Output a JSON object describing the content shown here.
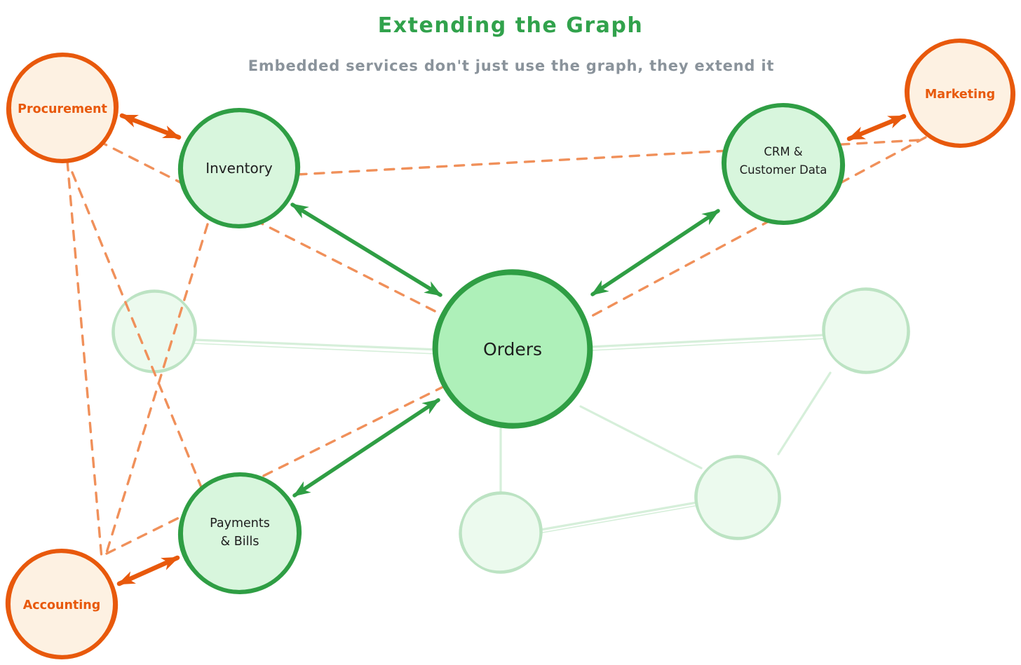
{
  "title": "Extending the Graph",
  "subtitle": "Embedded services don't just use the graph, they extend it",
  "colors": {
    "core_green_stroke": "#2f9e44",
    "core_green_fill": "#aef0b9",
    "satellite_green_fill": "#d8f6dd",
    "embedded_orange_stroke": "#e8590c",
    "embedded_orange_fill": "#fdf1e2",
    "dashed_link_orange": "#f0905a",
    "faded_node_stroke": "#bce3c3",
    "faded_node_fill": "#ecfaee",
    "faded_link_green": "#d6efda",
    "title_green": "#31a24c",
    "subtitle_gray": "#8a939b",
    "node_label_dark": "#1e1e1e"
  },
  "nodes": {
    "orders": {
      "label": "Orders",
      "type": "core-graph"
    },
    "inventory": {
      "label": "Inventory",
      "type": "graph"
    },
    "crm": {
      "line1": "CRM &",
      "line2": "Customer Data",
      "type": "graph"
    },
    "payments": {
      "line1": "Payments",
      "line2": "& Bills",
      "type": "graph"
    },
    "procurement": {
      "label": "Procurement",
      "type": "embedded-service"
    },
    "marketing": {
      "label": "Marketing",
      "type": "embedded-service"
    },
    "accounting": {
      "label": "Accounting",
      "type": "embedded-service"
    },
    "faded_left": {
      "label": "",
      "type": "faded-placeholder"
    },
    "faded_right": {
      "label": "",
      "type": "faded-placeholder"
    },
    "faded_bottom_center": {
      "label": "",
      "type": "faded-placeholder"
    },
    "faded_bottom_right": {
      "label": "",
      "type": "faded-placeholder"
    }
  },
  "connections": {
    "embedded_service_links": [
      {
        "from": "Procurement",
        "to": "Inventory",
        "style": "solid-orange-arrow",
        "bidirectional": true
      },
      {
        "from": "Marketing",
        "to": "CRM & Customer Data",
        "style": "solid-orange-arrow",
        "bidirectional": true
      },
      {
        "from": "Accounting",
        "to": "Payments & Bills",
        "style": "solid-orange-arrow",
        "bidirectional": true
      }
    ],
    "core_graph_links": [
      {
        "from": "Inventory",
        "to": "Orders",
        "style": "solid-green-arrow",
        "bidirectional": true
      },
      {
        "from": "CRM & Customer Data",
        "to": "Orders",
        "style": "solid-green-arrow",
        "bidirectional": true
      },
      {
        "from": "Payments & Bills",
        "to": "Orders",
        "style": "solid-green-arrow",
        "bidirectional": true
      }
    ],
    "extension_dashed_links": [
      {
        "from": "Procurement",
        "to": "Orders"
      },
      {
        "from": "Procurement",
        "to": "Accounting"
      },
      {
        "from": "Procurement",
        "to": "Payments & Bills"
      },
      {
        "from": "Inventory",
        "to": "Accounting"
      },
      {
        "from": "Accounting",
        "to": "Orders"
      },
      {
        "from": "Inventory",
        "to": "Marketing"
      },
      {
        "from": "Marketing",
        "to": "Orders"
      }
    ],
    "faded_links": [
      {
        "from": "faded_left",
        "to": "Orders"
      },
      {
        "from": "Orders",
        "to": "faded_right"
      },
      {
        "from": "Orders",
        "to": "faded_bottom_center"
      },
      {
        "from": "Orders",
        "to": "faded_bottom_right"
      },
      {
        "from": "faded_bottom_center",
        "to": "faded_bottom_right"
      },
      {
        "from": "faded_bottom_right",
        "to": "faded_right"
      }
    ]
  }
}
